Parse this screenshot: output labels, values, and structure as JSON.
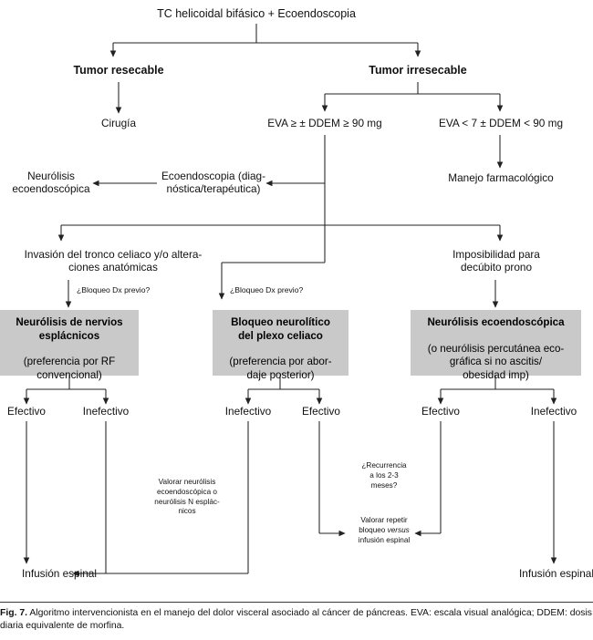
{
  "figure": {
    "label": "Fig. 7.",
    "caption": "Algoritmo intervencionista en el manejo del dolor visceral asociado al cáncer de páncreas. EVA: escala visual analógica; DDEM: dosis diaria equivalente de morfina.",
    "box_fill_color": "#c9c9c9",
    "line_color": "#222222",
    "background_color": "#ffffff"
  },
  "nodes": {
    "root": "TC helicoidal bifásico + Ecoendoscopia",
    "resectable": "Tumor resecable",
    "irresectable": "Tumor irresecable",
    "surgery": "Cirugía",
    "eva_high": "EVA ≥ ± DDEM ≥ 90 mg",
    "eva_low": "EVA < 7 ± DDEM < 90 mg",
    "neurolisis_eco": "Neurólisis\necoendoscópica",
    "ecoendoscopia": "Ecoendoscopia (diag-\nnóstica/terapéutica)",
    "manejo_farmacologico": "Manejo farmacológico",
    "invasion_tronco": "Invasión del tronco celiaco y/o altera-\nciones anatómicas",
    "imposibilidad": "Imposibilidad para\ndecúbito prono",
    "bloqueo_dx_left": "¿Bloqueo Dx previo?",
    "bloqueo_dx_mid": "¿Bloqueo Dx previo?"
  },
  "treatment_boxes": [
    {
      "id": "esplacnicos",
      "head": "Neurólisis de nervios\nesplácnicos",
      "sub": "(preferencia por RF\nconvencional)"
    },
    {
      "id": "plexo-celiaco",
      "head": "Bloqueo neurolítico\ndel plexo celiaco",
      "sub": "(preferencia por abor-\ndaje posterior)"
    },
    {
      "id": "ecoendoscopica",
      "head": "Neurólisis ecoendoscópica",
      "sub": "(o neurólisis percutánea eco-\ngráfica si no ascitis/\nobesidad imp)"
    }
  ],
  "outcomes": {
    "b1_left": "Efectivo",
    "b1_right": "Inefectivo",
    "b2_left": "Inefectivo",
    "b2_right": "Efectivo",
    "b3_left": "Efectivo",
    "b3_right": "Inefectivo"
  },
  "notes": {
    "valorar_neurolisis": "Valorar neurólisis\necoendoscópica o\nneurólisis N esplác-\nnicos",
    "recurrencia": "¿Recurrencia\na los 2-3\nmeses?",
    "valorar_repetir_line1": "Valorar repetir",
    "valorar_repetir_line2_a": "bloqueo ",
    "valorar_repetir_line2_italic": "versus",
    "valorar_repetir_line3": "infusión espinal"
  },
  "terminals": {
    "infusion_left": "Infusión espinal",
    "infusion_right": "Infusión espinal"
  }
}
